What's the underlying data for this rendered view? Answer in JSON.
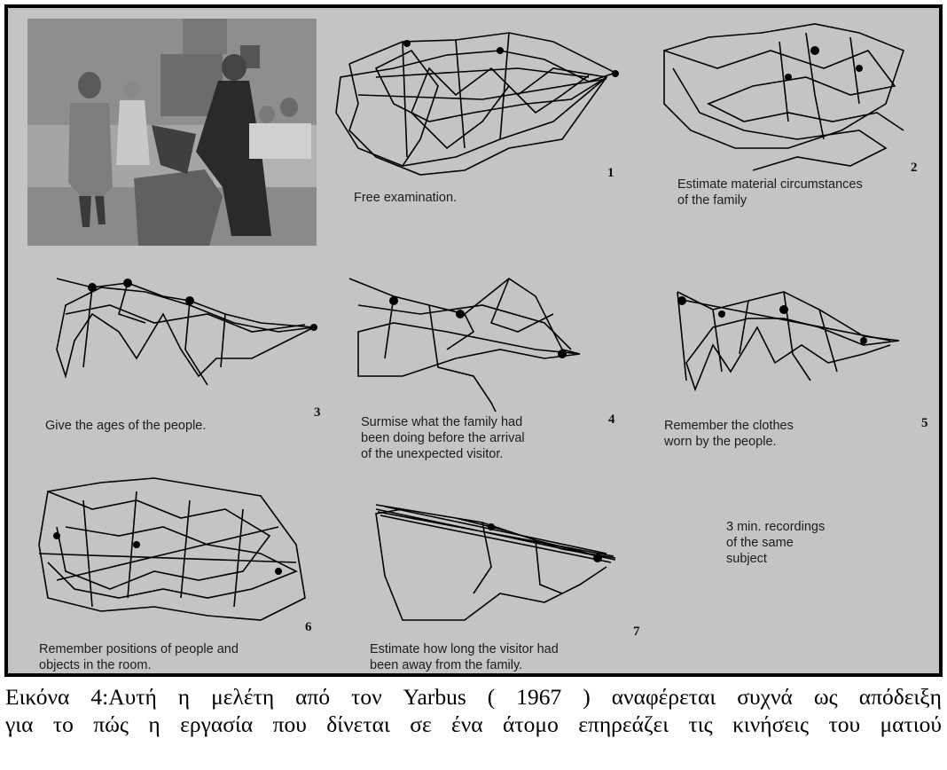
{
  "figure": {
    "painting_alt": "Unexpected visitor painting",
    "panels": [
      {
        "number": "1",
        "label": "Free examination."
      },
      {
        "number": "2",
        "label": "Estimate material circumstances\nof the family"
      },
      {
        "number": "3",
        "label": "Give the ages of the people."
      },
      {
        "number": "4",
        "label": "Surmise what the family had\nbeen doing before the arrival\nof the unexpected visitor."
      },
      {
        "number": "5",
        "label": "Remember the clothes\nworn by the people."
      },
      {
        "number": "6",
        "label": "Remember positions of people and\nobjects in the room."
      },
      {
        "number": "7",
        "label": "Estimate how long the visitor had\nbeen away from the family."
      }
    ],
    "note": "3 min. recordings\nof the same\nsubject"
  },
  "caption": {
    "line1": "Εικόνα 4:Αυτή η μελέτη από τον Yarbus ( 1967 ) αναφέρεται συχνά ως απόδειξη",
    "line2": "για το πώς η εργασία που δίνεται σε ένα άτομο επηρεάζει τις κινήσεις του ματιού"
  },
  "colors": {
    "background": "#c4c4c4",
    "trace": "#000000",
    "border": "#000000"
  }
}
